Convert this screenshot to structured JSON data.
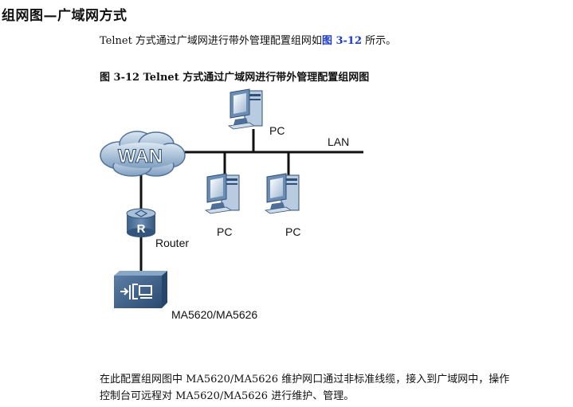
{
  "section_title": "组网图—广域网方式",
  "intro": {
    "before": "Telnet 方式通过广域网进行带外管理配置组网如",
    "ref": "图 3-12",
    "after": " 所示。"
  },
  "figure_caption": "图 3-12 Telnet 方式通过广域网进行带外管理配置组网图",
  "diagram": {
    "wan_label": "WAN",
    "lan_label": "LAN",
    "router_label": "Router",
    "device_label": "MA5620/MA5626",
    "pc_labels": [
      "PC",
      "PC",
      "PC"
    ]
  },
  "bottom_text": [
    "在此配置组网图中 MA5620/MA5626 维护网口通过非标准线缆，接入到广域网中，操作",
    "控制台可远程对 MA5620/MA5626 进行维护、管理。"
  ],
  "colors": {
    "link_blue": "#1a3cc6",
    "device_blue_dark": "#2f4f74",
    "device_blue_light": "#c9d9ea"
  }
}
